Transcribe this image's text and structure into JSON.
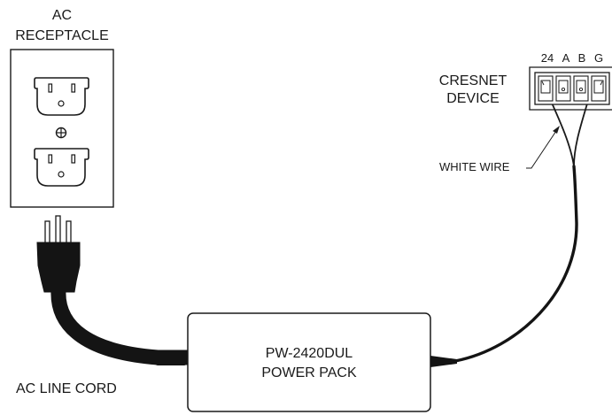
{
  "labels": {
    "ac_receptacle_line1": "AC",
    "ac_receptacle_line2": "RECEPTACLE",
    "cresnet_device_line1": "CRESNET",
    "cresnet_device_line2": "DEVICE",
    "white_wire": "WHITE WIRE",
    "power_pack_line1": "PW-2420DUL",
    "power_pack_line2": "POWER PACK",
    "ac_line_cord": "AC LINE CORD"
  },
  "terminals": [
    "24",
    "A",
    "B",
    "G"
  ],
  "colors": {
    "line": "#1a1a1a",
    "cord": "#141414",
    "background": "#ffffff"
  }
}
